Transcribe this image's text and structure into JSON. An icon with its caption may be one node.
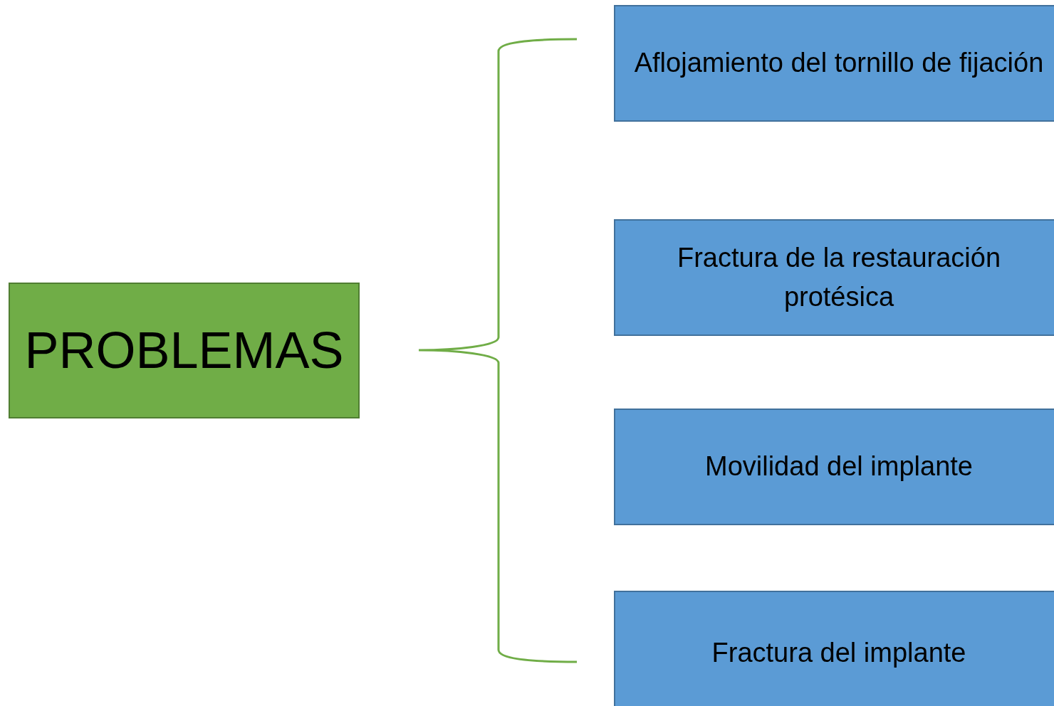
{
  "diagram": {
    "nodes": [
      {
        "text": [
          "PROBLEMAS"
        ]
      },
      {
        "text": [
          "Aflojamiento del tornillo de fijación"
        ]
      },
      {
        "text": [
          "Fractura de la restauración protésica"
        ]
      },
      {
        "text": [
          "Movilidad del implante"
        ]
      },
      {
        "text": [
          "Fractura del implante"
        ]
      }
    ]
  }
}
